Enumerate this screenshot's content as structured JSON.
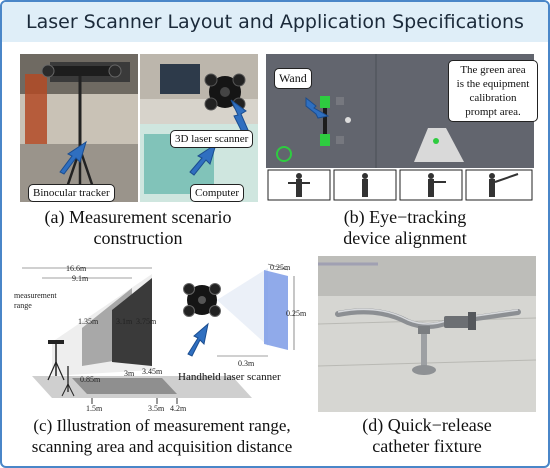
{
  "title": "Laser Scanner Layout and Application Specifications",
  "panel_a": {
    "callouts": {
      "scanner": "3D laser scanner",
      "tracker": "Binocular tracker",
      "computer": "Computer"
    },
    "caption_line1": "(a) Measurement scenario",
    "caption_line2": "construction"
  },
  "panel_b": {
    "wand_label": "Wand",
    "note_line1": "The green area",
    "note_line2": "is the equipment",
    "note_line3": "calibration",
    "note_line4": "prompt area.",
    "caption_line1": "(b) Eye−tracking",
    "caption_line2": "device alignment"
  },
  "panel_c": {
    "dims": {
      "w1": "16.6m",
      "w2": "9.1m",
      "range_line1": "measurement",
      "range_line2": "range",
      "h1": "1.35m",
      "h2": "3.1m",
      "h3": "3.75m",
      "d1": "0.85m",
      "d2": "3m",
      "d3": "3.45m",
      "g1": "1.5m",
      "g2": "3.5m",
      "g3": "4.2m",
      "s1": "0.25m",
      "s2": "0.25m",
      "s3": "0.3m"
    },
    "scanner_label": "Handheld laser scanner",
    "caption_line1": "(c) Illustration of measurement range,",
    "caption_line2": "scanning area and acquisition distance"
  },
  "panel_d": {
    "caption_line1": "(d) Quick−release",
    "caption_line2": "catheter fixture"
  },
  "colors": {
    "frame": "#4a86c8",
    "title_bg": "#dfeef8",
    "arrow": "#2f6fc0",
    "green_zone": "#2ecc40"
  }
}
